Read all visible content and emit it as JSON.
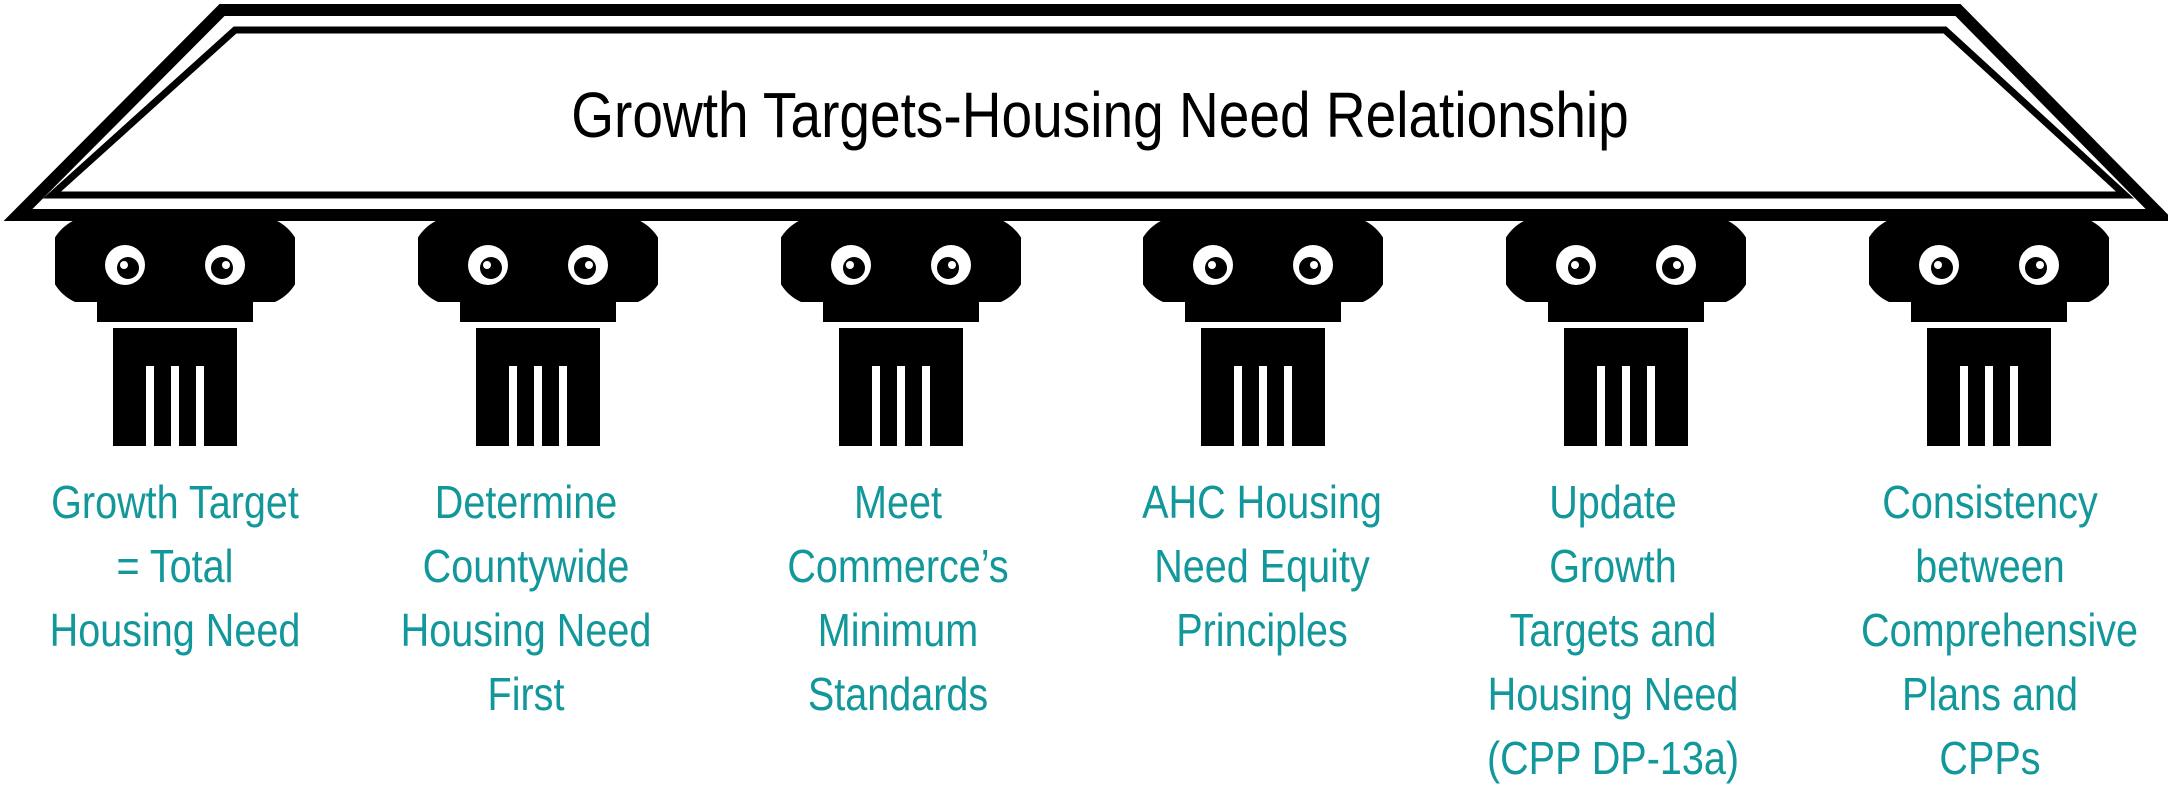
{
  "title": "Growth Targets-Housing Need Relationship",
  "colors": {
    "pillar": "#000000",
    "label": "#12979a"
  },
  "pillars": [
    {
      "icon": "column-icon",
      "lines": [
        "Growth Target",
        "= Total",
        "Housing Need"
      ]
    },
    {
      "icon": "column-icon",
      "lines": [
        "Determine",
        "Countywide",
        "Housing Need",
        "First"
      ]
    },
    {
      "icon": "column-icon",
      "lines": [
        "Meet",
        "Commerce’s",
        "Minimum",
        "Standards"
      ]
    },
    {
      "icon": "column-icon",
      "lines": [
        "AHC Housing",
        "Need Equity",
        "Principles"
      ]
    },
    {
      "icon": "column-icon",
      "lines": [
        "Update",
        "Growth",
        "Targets and",
        "Housing Need",
        "(CPP DP-13a)"
      ]
    },
    {
      "icon": "column-icon",
      "lines": [
        "Consistency",
        "between",
        "Comprehensive",
        "Plans and",
        "CPPs"
      ]
    }
  ]
}
